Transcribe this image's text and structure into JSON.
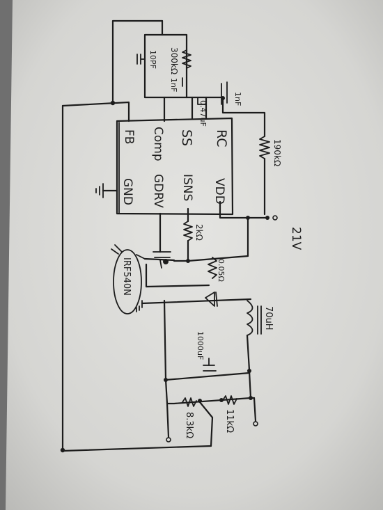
{
  "colors": {
    "ink": "#1c1c1c",
    "paper": "#d9d9d6",
    "background": "#6f6f6f"
  },
  "ic": {
    "pins": {
      "rc": "RC",
      "ss": "SS",
      "comp": "Comp",
      "fb": "FB",
      "vdd": "VDD",
      "isns": "ISNS",
      "gdrv": "GDRV",
      "gnd": "GND"
    }
  },
  "components": {
    "r_300k": "300kΩ",
    "c_10pf": "10PF",
    "c_1nf_comp": "1nF",
    "c_1nf_rc": "1nF",
    "c_047uf": "0.47uF",
    "r_190k": "190kΩ",
    "r_2k": "2kΩ",
    "r_sense": "0.05Ω",
    "mosfet": "IRF540N",
    "inductor": "70uH",
    "c_out": "1000uF",
    "r_83k": "8.3kΩ",
    "r_11k": "11kΩ",
    "vin": "21V"
  }
}
